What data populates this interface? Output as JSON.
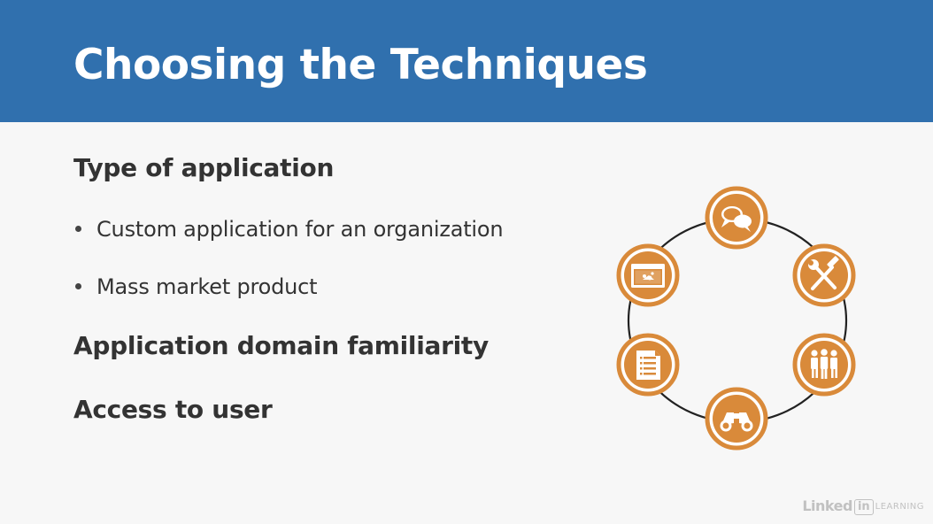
{
  "slide": {
    "title": "Choosing the Techniques",
    "sections": [
      {
        "heading": "Type of application",
        "bullets": [
          "Custom application for an organization",
          "Mass market product"
        ]
      },
      {
        "heading": "Application domain familiarity",
        "bullets": []
      },
      {
        "heading": "Access to user",
        "bullets": []
      }
    ]
  },
  "diagram": {
    "accent_color": "#d98a3a",
    "ring_color": "#222222",
    "nodes": [
      {
        "icon": "speech-bubbles-icon"
      },
      {
        "icon": "hammer-wrench-icon"
      },
      {
        "icon": "people-group-icon"
      },
      {
        "icon": "binoculars-icon"
      },
      {
        "icon": "document-list-icon"
      },
      {
        "icon": "browser-window-icon"
      }
    ]
  },
  "brand": {
    "linked": "Linked",
    "in": "in",
    "learning": "LEARNING"
  },
  "colors": {
    "header_blue": "#3070ae",
    "background": "#f7f7f7",
    "text": "#333333"
  }
}
